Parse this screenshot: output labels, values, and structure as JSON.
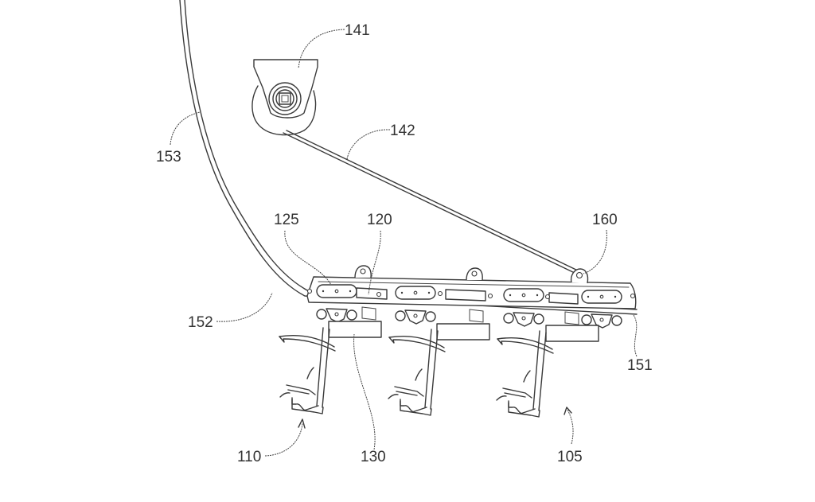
{
  "figure": {
    "type": "patent-line-drawing",
    "subject": "suspended ride vehicle on track with cable winch",
    "reference_numerals": [
      {
        "id": "105",
        "text": "105",
        "part": "ride system"
      },
      {
        "id": "110",
        "text": "110",
        "part": "passenger chair"
      },
      {
        "id": "120",
        "text": "120",
        "part": "carriage frame"
      },
      {
        "id": "125",
        "text": "125",
        "part": "bogie link"
      },
      {
        "id": "130",
        "text": "130",
        "part": "chair mount"
      },
      {
        "id": "141",
        "text": "141",
        "part": "winch / pulley"
      },
      {
        "id": "142",
        "text": "142",
        "part": "cable"
      },
      {
        "id": "151",
        "text": "151",
        "part": "track section"
      },
      {
        "id": "152",
        "text": "152",
        "part": "track curve"
      },
      {
        "id": "153",
        "text": "153",
        "part": "inclined track"
      },
      {
        "id": "160",
        "text": "160",
        "part": "cable attachment point"
      }
    ]
  },
  "labels": {
    "l141": "141",
    "l142": "142",
    "l153": "153",
    "l125": "125",
    "l120": "120",
    "l160": "160",
    "l152": "152",
    "l151": "151",
    "l110": "110",
    "l130": "130",
    "l105": "105"
  },
  "colors": {
    "line": "#3a3a3a",
    "background": "#ffffff"
  }
}
